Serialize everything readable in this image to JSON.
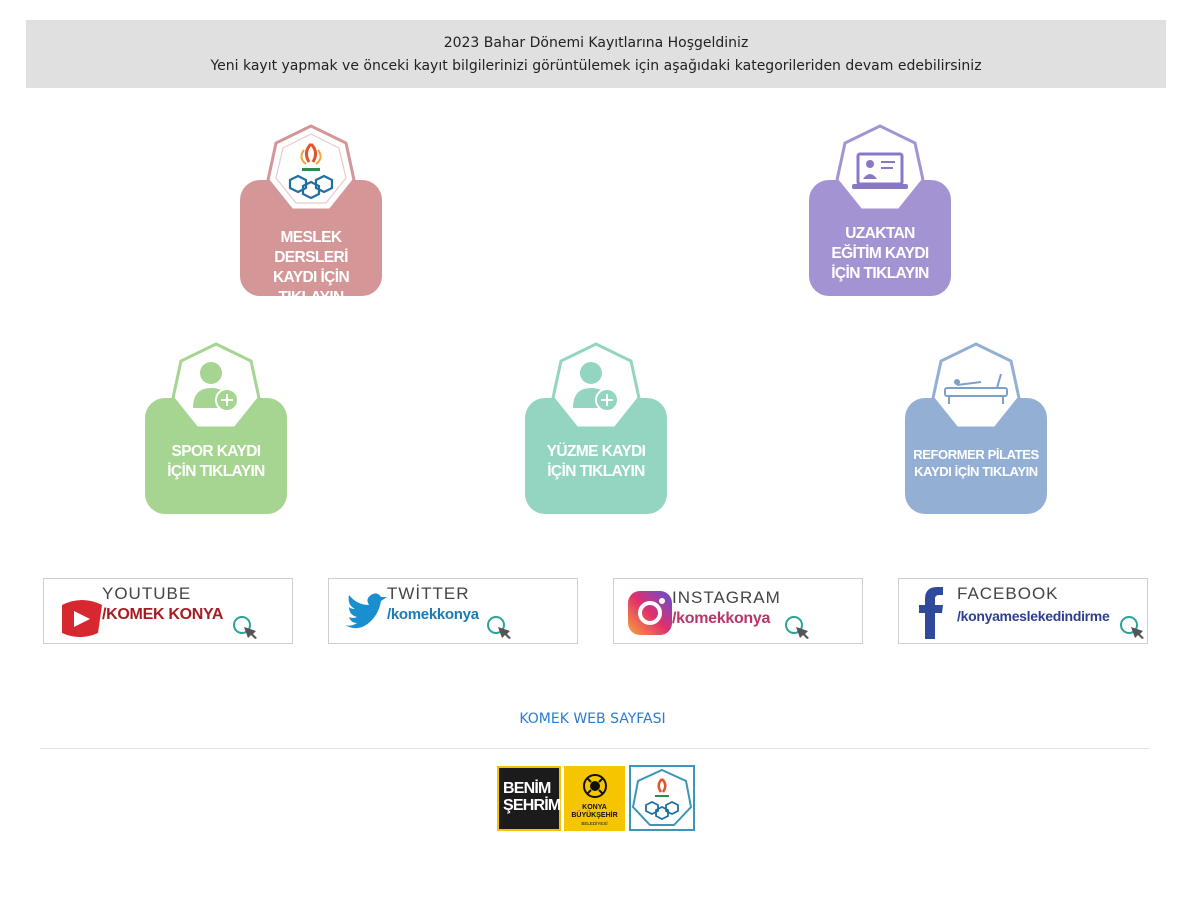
{
  "header": {
    "line1": "2023 Bahar Dönemi Kayıtlarına Hoşgeldiniz",
    "line2": "Yeni kayıt yapmak ve önceki kayıt bilgilerinizi görüntülemek için aşağıdaki kategorileriden devam edebilirsiniz"
  },
  "cards": {
    "meslek": {
      "label": "MESLEK DERSLERİ\nKAYDI İÇİN\nTIKLAYIN",
      "color": "#d49697",
      "icon": "komek-logo-icon"
    },
    "uzaktan": {
      "label": "UZAKTAN\nEĞİTİM KAYDI\nİÇİN TIKLAYIN",
      "color": "#a493d2",
      "icon": "presentation-icon"
    },
    "spor": {
      "label": "SPOR KAYDI\nİÇİN TIKLAYIN",
      "color": "#a6d491",
      "icon": "user-add-icon"
    },
    "yuzme": {
      "label": "YÜZME KAYDI\nİÇİN TIKLAYIN",
      "color": "#93d5c1",
      "icon": "user-add-icon"
    },
    "pilates": {
      "label": "REFORMER PİLATES\nKAYDI İÇİN TIKLAYIN",
      "color": "#93b0d4",
      "icon": "reformer-icon"
    }
  },
  "social": {
    "youtube": {
      "title": "YOUTUBE",
      "handle": "/KOMEK KONYA",
      "color": "#a61c22"
    },
    "twitter": {
      "title": "TWİTTER",
      "handle": "/komekkonya",
      "color": "#1b7cb5"
    },
    "instagram": {
      "title": "INSTAGRAM",
      "handle": "/komekkonya",
      "color": "#b8366b"
    },
    "facebook": {
      "title": "FACEBOOK",
      "handle": "/konyameslekedindirme",
      "color": "#2f3f8f"
    }
  },
  "footer": {
    "web_link": "KOMEK WEB SAYFASI",
    "benim": "BENİM\nŞEHRİM",
    "kbb_line1": "KONYA",
    "kbb_line2": "BÜYÜKŞEHİR",
    "kbb_line3": "BELEDİYESİ"
  }
}
